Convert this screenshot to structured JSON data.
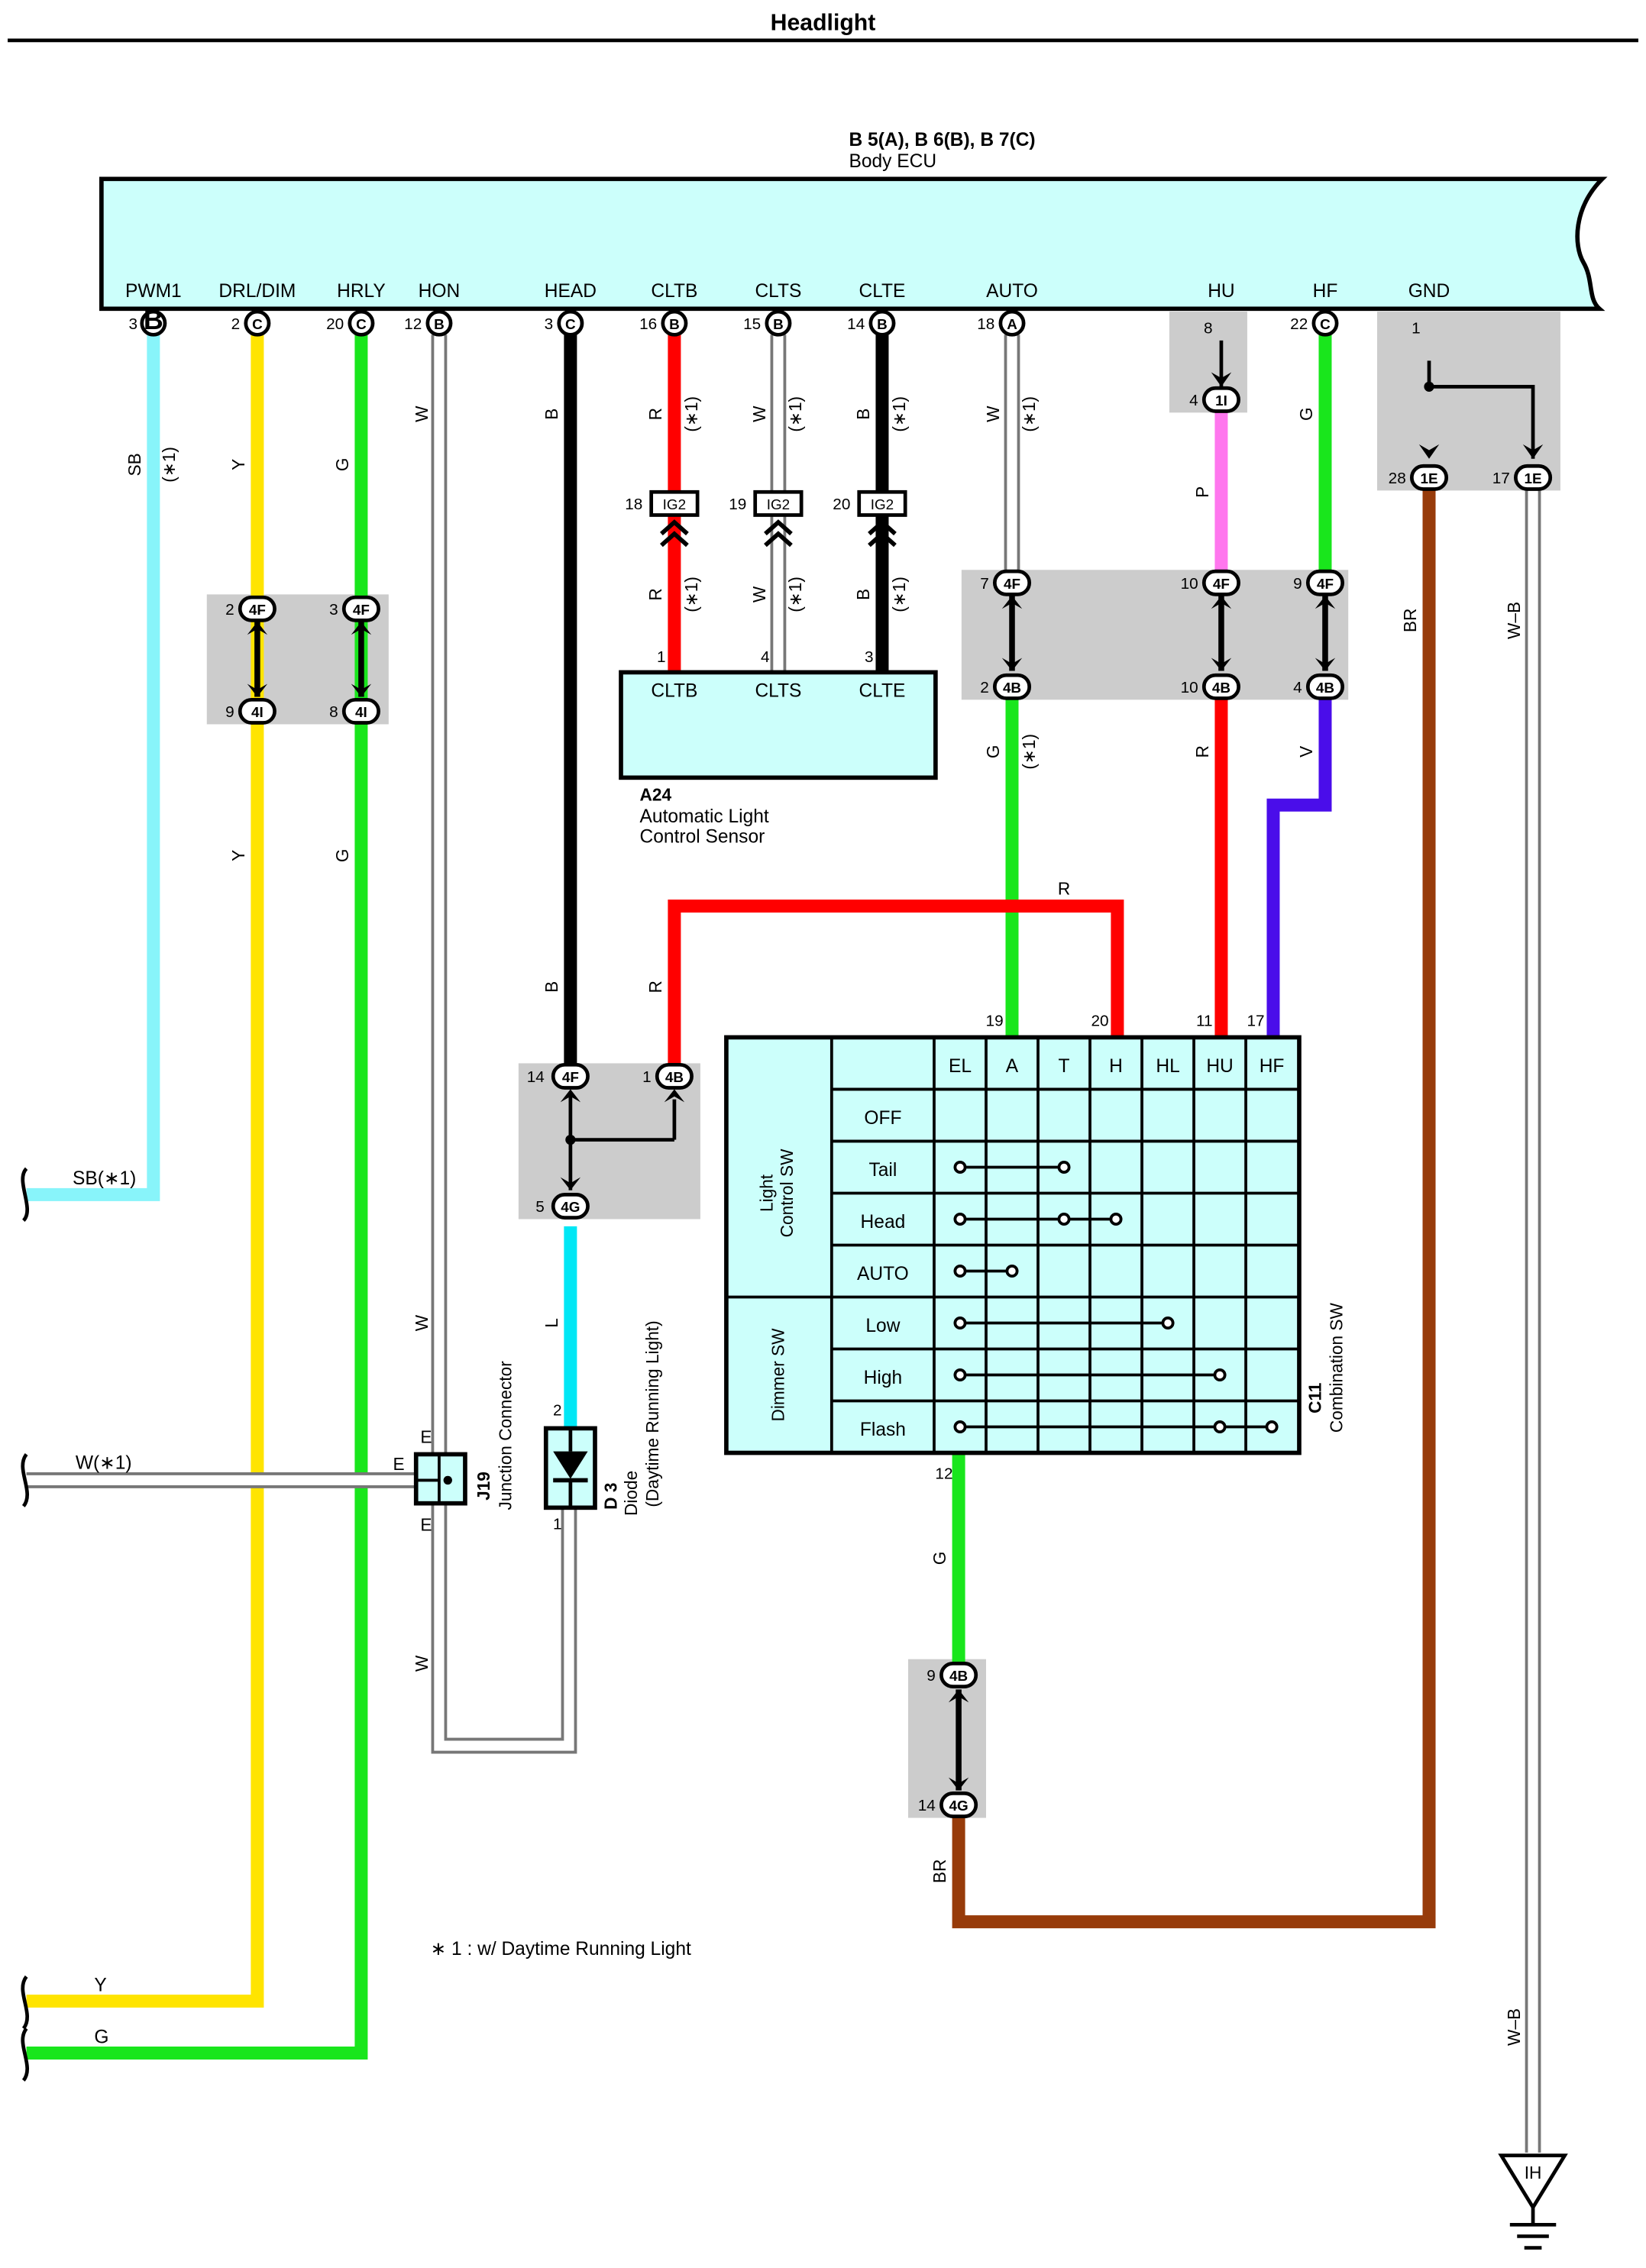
{
  "title": "Headlight",
  "colors": {
    "SB": "#88f4fa",
    "Y": "#ffe400",
    "G": "#19e61c",
    "W": "#ffffff",
    "B": "#000000",
    "R": "#ff0000",
    "P": "#ff77ee",
    "V": "#4a0dea",
    "L": "#00e7f5",
    "BR": "#973b0a",
    "WB": "#ffffff",
    "ecu_fill": "#ccfffb",
    "junction_fill": "#cccccc"
  },
  "ecu": {
    "code": "B 5(A), B 6(B), B 7(C)",
    "name": "Body ECU",
    "terminals": [
      {
        "label": "PWM1",
        "pin": "3",
        "conn": "B"
      },
      {
        "label": "DRL/DIM",
        "pin": "2",
        "conn": "C"
      },
      {
        "label": "HRLY",
        "pin": "20",
        "conn": "C"
      },
      {
        "label": "HON",
        "pin": "12",
        "conn": "B"
      },
      {
        "label": "HEAD",
        "pin": "3",
        "conn": "C"
      },
      {
        "label": "CLTB",
        "pin": "16",
        "conn": "B"
      },
      {
        "label": "CLTS",
        "pin": "15",
        "conn": "B"
      },
      {
        "label": "CLTE",
        "pin": "14",
        "conn": "B"
      },
      {
        "label": "AUTO",
        "pin": "18",
        "conn": "A"
      },
      {
        "label": "HU",
        "pin": "8",
        "conn": ""
      },
      {
        "label": "HF",
        "pin": "22",
        "conn": "C"
      },
      {
        "label": "GND",
        "pin": "1",
        "conn": ""
      }
    ]
  },
  "wire_labels": {
    "sb": "SB",
    "y": "Y",
    "g": "G",
    "w": "W",
    "b": "B",
    "r": "R",
    "p": "P",
    "v": "V",
    "l": "L",
    "br": "BR",
    "wb": "W–B",
    "note": "(∗1)"
  },
  "connectors": {
    "c4F": "4F",
    "c4I": "4I",
    "c4B": "4B",
    "c4G": "4G",
    "c1I": "1I",
    "c1E": "1E",
    "ig2": "IG2"
  },
  "pins": {
    "p2": "2",
    "p3": "3",
    "p9": "9",
    "p8": "8",
    "p18": "18",
    "p19": "19",
    "p20": "20",
    "p1": "1",
    "p4": "4",
    "p7": "7",
    "p10": "10",
    "p28": "28",
    "p17": "17",
    "p14": "14",
    "p5": "5",
    "p11": "11",
    "p12": "12"
  },
  "sensor": {
    "code": "A24",
    "name_line1": "Automatic Light",
    "name_line2": "Control Sensor",
    "terminals": [
      "CLTB",
      "CLTS",
      "CLTE"
    ]
  },
  "combination_switch": {
    "code": "C11",
    "name": "Combination SW",
    "columns": [
      "EL",
      "A",
      "T",
      "H",
      "HL",
      "HU",
      "HF"
    ],
    "group_light": "Light\nControl SW",
    "group_light_line1": "Light",
    "group_light_line2": "Control SW",
    "group_dimmer": "Dimmer SW",
    "rows": [
      "OFF",
      "Tail",
      "Head",
      "AUTO",
      "Low",
      "High",
      "Flash"
    ],
    "connections": {
      "Tail": [
        0,
        2
      ],
      "Head": [
        0,
        2,
        3
      ],
      "AUTO": [
        0,
        1
      ],
      "Low": [
        0,
        4
      ],
      "High": [
        0,
        5
      ],
      "Flash": [
        0,
        5,
        6
      ]
    }
  },
  "junction_connector": {
    "code": "J19",
    "name": "Junction Connector",
    "pin": "E"
  },
  "diode": {
    "code": "D 3",
    "name": "Diode",
    "sub": "(Daytime Running Light)",
    "pin_top": "2",
    "pin_bottom": "1"
  },
  "left_wires": {
    "sb": "SB(∗1)",
    "w": "W(∗1)",
    "y": "Y",
    "g": "G"
  },
  "ground": {
    "label": "IH"
  },
  "footnote": "∗ 1 : w/ Daytime Running Light"
}
